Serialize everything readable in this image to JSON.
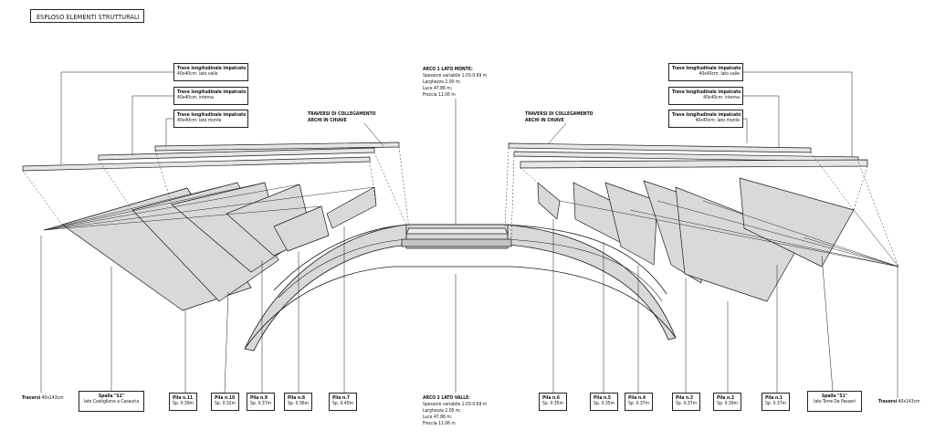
{
  "title": "ESPLOSO ELEMENTI STRUTTURALI",
  "top_labels": {
    "trave_left": [
      {
        "title": "Trave longitudinale impalcato",
        "desc": "40x40cm: lato valle"
      },
      {
        "title": "Trave longitudinale impalcato",
        "desc": "40x40cm: interna"
      },
      {
        "title": "Trave longitudinale impalcato",
        "desc": "40x40cm: lato monte"
      }
    ],
    "trave_right": [
      {
        "title": "Trave longitudinale impalcato",
        "desc": "40x40cm: lato valle"
      },
      {
        "title": "Trave longitudinale impalcato",
        "desc": "40x40cm: interna"
      },
      {
        "title": "Trave longitudinale impalcato",
        "desc": "40x40cm: lato monte"
      }
    ],
    "traversi_left": [
      "TRAVERSI DI COLLEGAMENTO",
      "ARCHI IN CHIAVE"
    ],
    "traversi_right": [
      "TRAVERSI DI COLLEGAMENTO",
      "ARCHI IN CHIAVE"
    ],
    "arco_monte": {
      "title": "ARCO 1 LATO MONTE:",
      "lines": [
        "Spessore variabile 1.03-0.69 m",
        "Larghezza 2.00 m;",
        "Luce 47.86 m;",
        "Freccia 11.06 m"
      ]
    }
  },
  "bottom_labels": {
    "traversi_left": {
      "bold": "Traversi",
      "rest": " 40x143cm"
    },
    "traversi_right": {
      "bold": "Traversi",
      "rest": " 40x143cm"
    },
    "spalla_s2": {
      "title": "Spalla \"S2\"",
      "desc": "lato Castiglione a Casauria"
    },
    "spalla_s1": {
      "title": "Spalla \"S1\"",
      "desc": "lato Torre De Passeri"
    },
    "pile_left": [
      {
        "title": "Pila n.11",
        "desc": "Sp. 0.39m"
      },
      {
        "title": "Pila n.10",
        "desc": "Sp. 0.32m"
      },
      {
        "title": "Pila n.9",
        "desc": "Sp. 0.37m"
      },
      {
        "title": "Pila n.8",
        "desc": "Sp. 0.36m"
      },
      {
        "title": "Pila n.7",
        "desc": "Sp. 0.40m"
      }
    ],
    "pile_right": [
      {
        "title": "Pila n.6",
        "desc": "Sp. 0.35m"
      },
      {
        "title": "Pila n.5",
        "desc": "Sp. 0.35m"
      },
      {
        "title": "Pila n.4",
        "desc": "Sp. 0.37m"
      },
      {
        "title": "Pila n.3",
        "desc": "Sp. 0.37m"
      },
      {
        "title": "Pila n.2",
        "desc": "Sp. 0.39m"
      },
      {
        "title": "Pila n.1",
        "desc": "Sp. 0.37m"
      }
    ],
    "arco_valle": {
      "title": "ARCO 2 LATO VALLE:",
      "lines": [
        "Spessore variabile 1.03-0.69 m",
        "Larghezza 2.00 m;",
        "Luce 47.86 m;",
        "Freccia 11.06 m"
      ]
    }
  },
  "colors": {
    "line": "#1a1a1a",
    "fill": "#d9d9d9",
    "fill_dark": "#c4c4c4",
    "background": "#ffffff"
  }
}
